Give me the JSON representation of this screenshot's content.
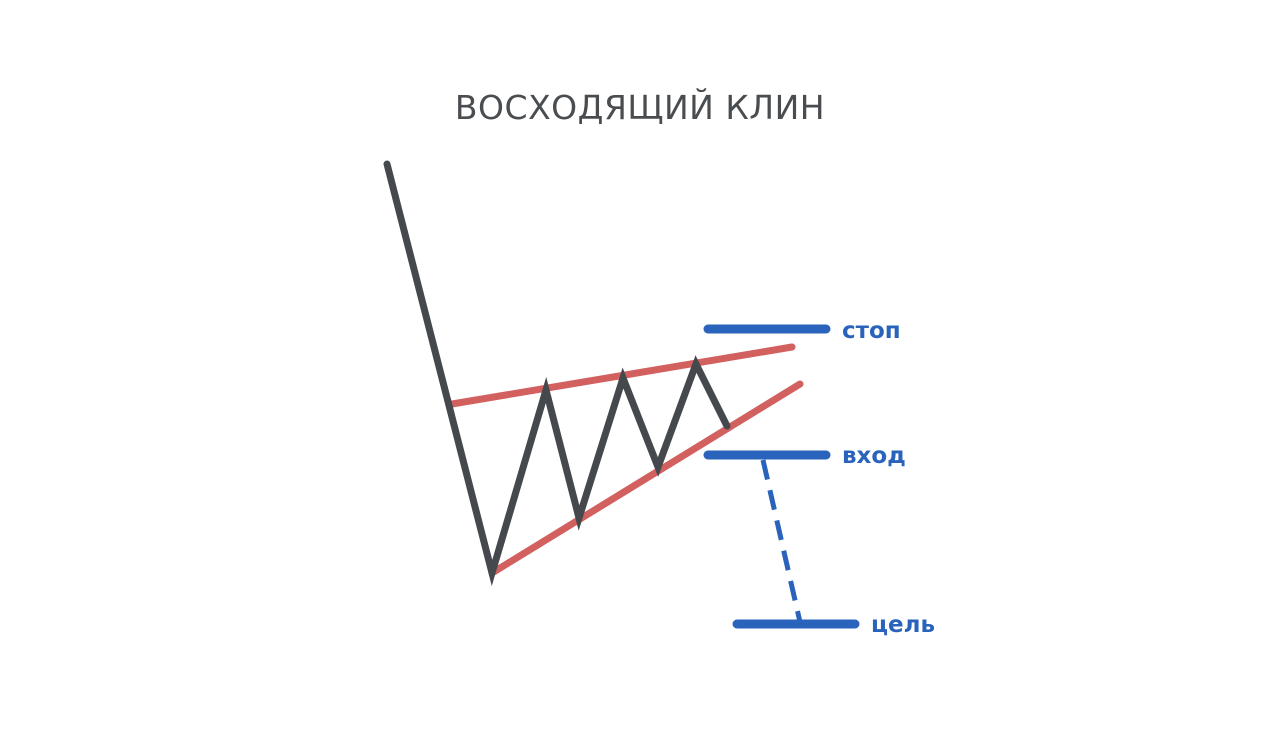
{
  "title": "ВОСХОДЯЩИЙ КЛИН",
  "colors": {
    "price": "#45494d",
    "wedge": "#d2605f",
    "levels": "#2a63bb"
  },
  "levels": {
    "stop": "стоп",
    "entry": "вход",
    "target": "цель"
  }
}
